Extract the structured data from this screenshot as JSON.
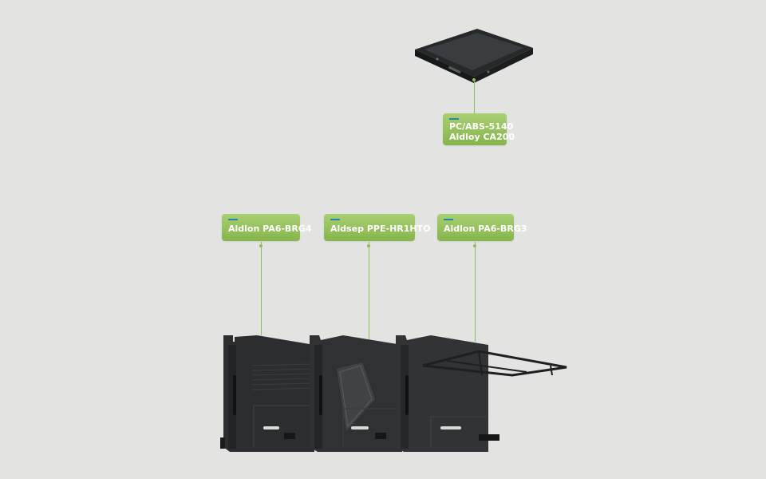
{
  "labels": {
    "top": {
      "line1": "PC/ABS-5140",
      "line2": "Aldloy  CA200"
    },
    "left": "Aldlon  PA6-BRG4",
    "middle": "Aldsep  PPE-HR1HTO",
    "right": "Aldlon  PA6-BRG3"
  },
  "colors": {
    "background": "#e3e4e2",
    "tag_green": "#97c25e",
    "tag_accent": "#1f8aa8",
    "line_green": "#8fbf57",
    "product_black": "#2b2d2f"
  }
}
